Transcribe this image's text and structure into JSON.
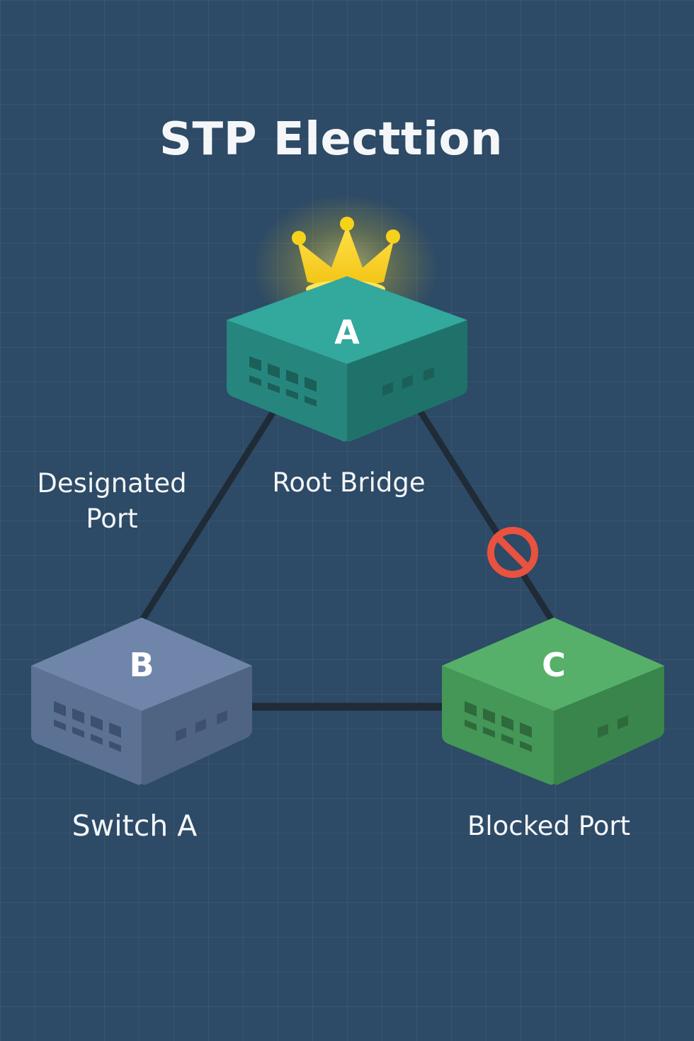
{
  "title": "STP Electtion",
  "labels": {
    "designated_port_line1": "Designated",
    "designated_port_line2": "Port",
    "root_bridge": "Root Bridge",
    "switch_a": "Switch A",
    "blocked_port": "Blocked Port"
  },
  "switches": [
    {
      "id": "A",
      "letter": "A",
      "role": "root",
      "icon": "crown-icon",
      "colors": {
        "top": "#33a89c",
        "front": "#26867d",
        "side": "#1f7269",
        "port": "#1a5f58"
      }
    },
    {
      "id": "B",
      "letter": "B",
      "role": "switch",
      "colors": {
        "top": "#6f86aa",
        "front": "#5c7294",
        "side": "#4f6483",
        "port": "#3e5070"
      }
    },
    {
      "id": "C",
      "letter": "C",
      "role": "switch",
      "icon": "blocked-icon",
      "colors": {
        "top": "#56b06a",
        "front": "#449756",
        "side": "#3a854b",
        "port": "#2e6a3c"
      }
    }
  ],
  "links": [
    {
      "from": "A",
      "to": "B",
      "state": "forwarding"
    },
    {
      "from": "A",
      "to": "C",
      "state": "blocked"
    },
    {
      "from": "B",
      "to": "C",
      "state": "forwarding"
    }
  ],
  "colors": {
    "background": "#2d4a66",
    "link": "#1f2b36",
    "crown": "#f7d21a",
    "blocked": "#e8523f",
    "text": "#f4f6f8"
  }
}
